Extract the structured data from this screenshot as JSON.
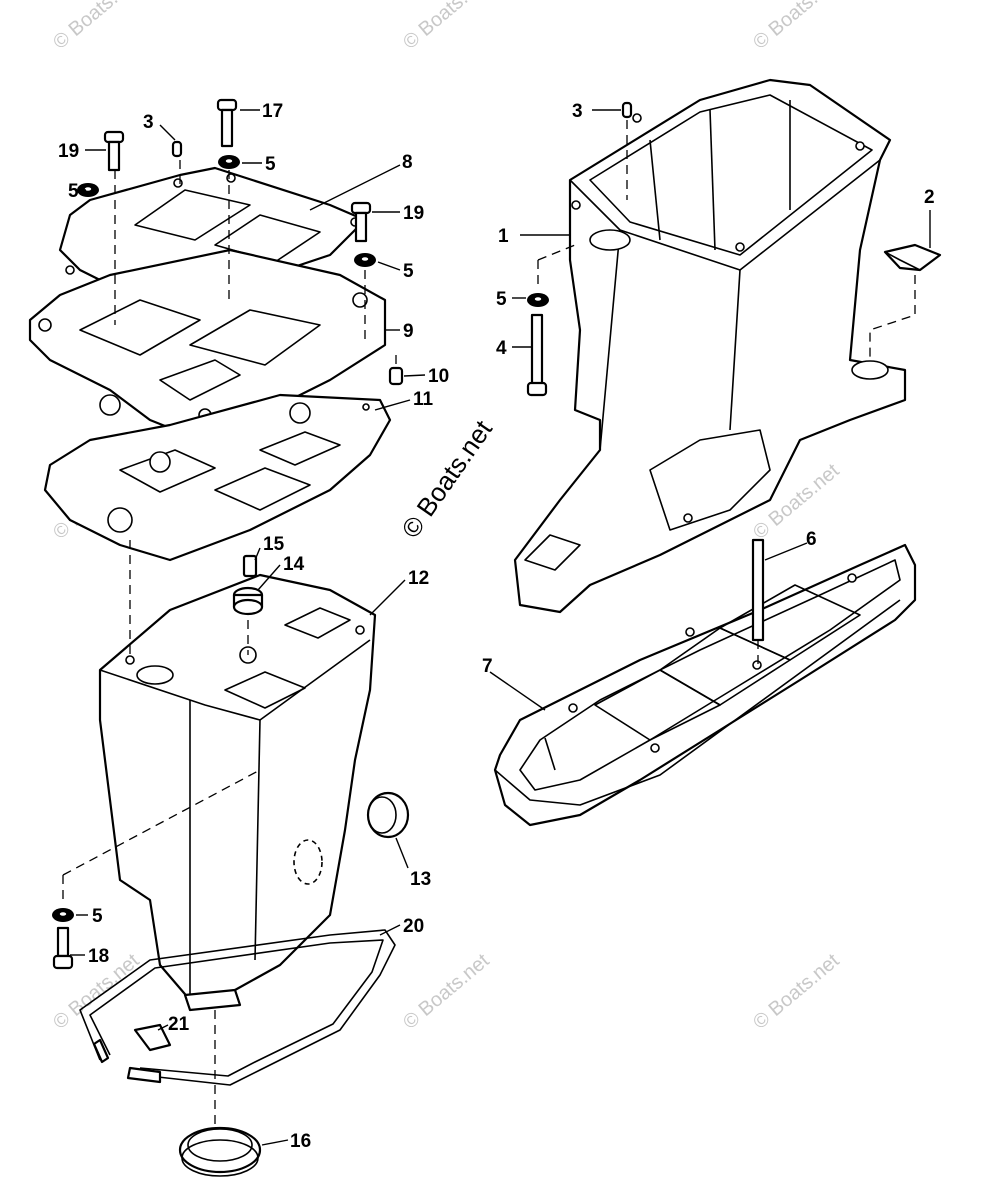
{
  "watermark": {
    "main": "© Boats.net",
    "faint": "© Boats.net"
  },
  "callouts": {
    "c1": "1",
    "c2": "2",
    "c3a": "3",
    "c3b": "3",
    "c4": "4",
    "c5a": "5",
    "c5b": "5",
    "c5c": "5",
    "c5d": "5",
    "c5e": "5",
    "c6": "6",
    "c7": "7",
    "c8": "8",
    "c9": "9",
    "c10": "10",
    "c11": "11",
    "c12": "12",
    "c13": "13",
    "c14": "14",
    "c15": "15",
    "c16": "16",
    "c17": "17",
    "c18": "18",
    "c19a": "19",
    "c19b": "19",
    "c20": "20",
    "c21": "21"
  }
}
